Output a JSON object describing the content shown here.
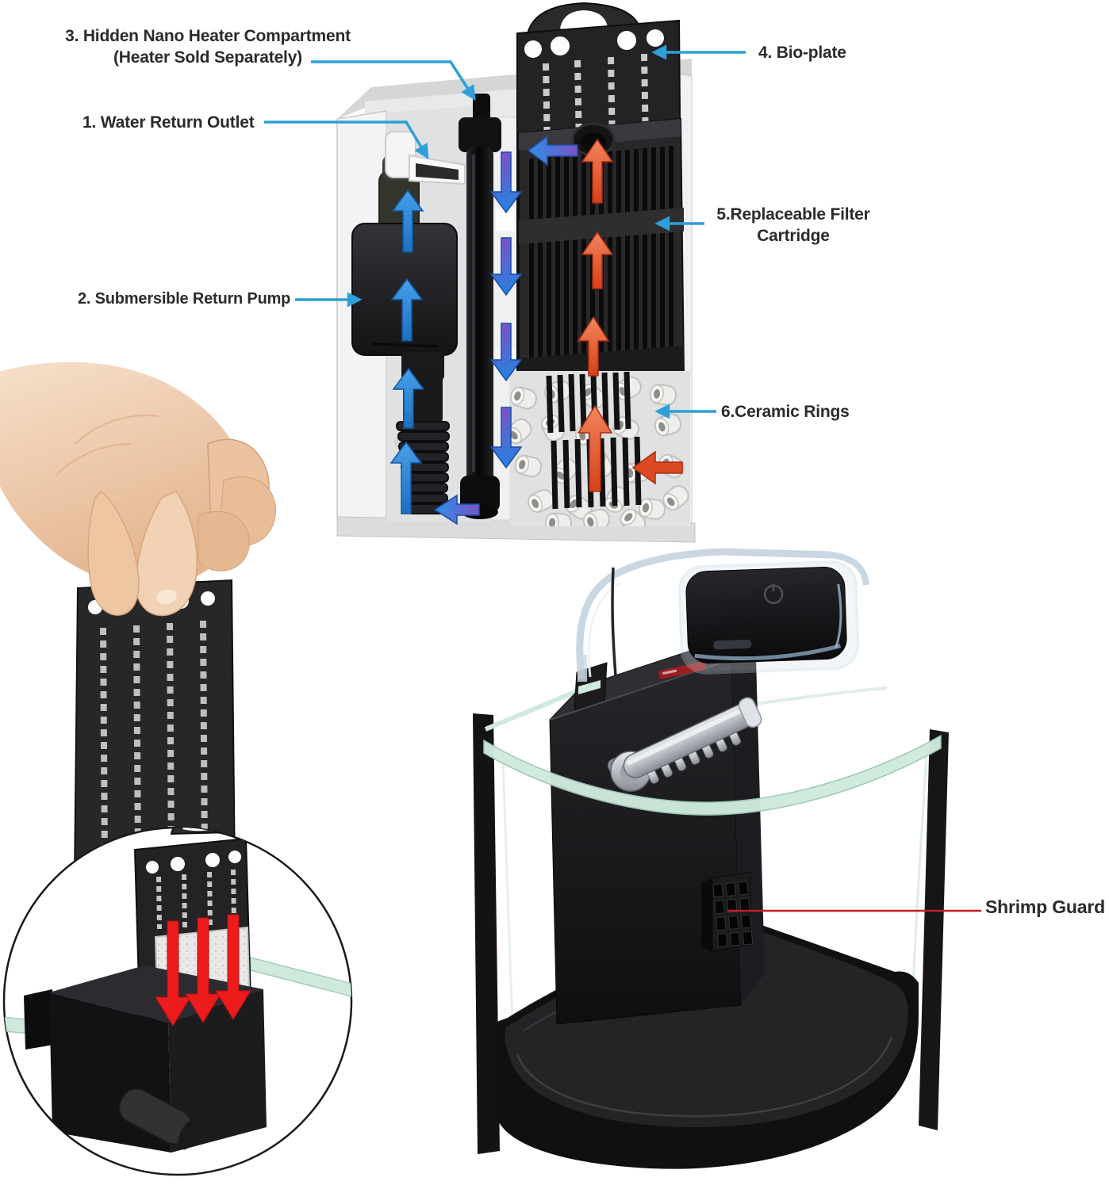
{
  "image": {
    "type": "aquarium-filter-product-diagram",
    "background": "#ffffff"
  },
  "colors": {
    "leader_blue": "#2E9FD9",
    "leader_red": "#C41E25",
    "label_text": "#2B2B2B",
    "flow_blue": "#2F8BE0",
    "flow_purple": "#7B52C8",
    "flow_red": "#DD4A22",
    "inset_arrow_red": "#ED1C1C",
    "glass_mint": "#CFEADD"
  },
  "labels": {
    "water_return_outlet": "1. Water Return Outlet",
    "submersible_return_pump": "2. Submersible Return Pump",
    "heater_compartment_line1": "3. Hidden Nano Heater Compartment",
    "heater_compartment_line2": "(Heater Sold Separately)",
    "bio_plate": "4. Bio-plate",
    "filter_cartridge_line1": "5.Replaceable Filter",
    "filter_cartridge_line2": "Cartridge",
    "ceramic_rings": "6.Ceramic Rings",
    "shrimp_guard": "Shrimp Guard"
  }
}
